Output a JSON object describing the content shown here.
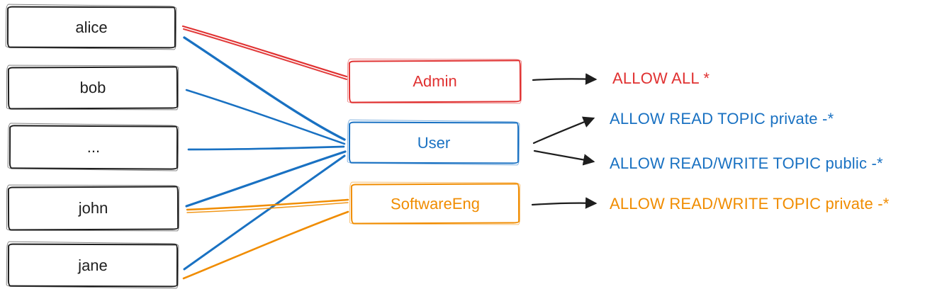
{
  "diagram": {
    "title_hint": "users to roles to ACL permissions mapping",
    "colors": {
      "stroke": "#1e1e1e",
      "background": "#ffffff",
      "red": "#e03131",
      "blue": "#1971c2",
      "orange": "#f08c00"
    },
    "users": [
      {
        "label": "alice"
      },
      {
        "label": "bob"
      },
      {
        "label": "..."
      },
      {
        "label": "john"
      },
      {
        "label": "jane"
      }
    ],
    "roles": [
      {
        "label": "Admin",
        "color": "#e03131"
      },
      {
        "label": "User",
        "color": "#1971c2"
      },
      {
        "label": "SoftwareEng",
        "color": "#f08c00"
      }
    ],
    "permissions": [
      {
        "label": "ALLOW ALL *",
        "color": "#e03131"
      },
      {
        "label": "ALLOW READ TOPIC private -*",
        "color": "#1971c2"
      },
      {
        "label": "ALLOW READ/WRITE TOPIC public -*",
        "color": "#1971c2"
      },
      {
        "label": "ALLOW READ/WRITE TOPIC private -*",
        "color": "#f08c00"
      }
    ],
    "assignments": [
      {
        "user": "alice",
        "role": "Admin",
        "color": "#e03131"
      },
      {
        "user": "alice",
        "role": "User",
        "color": "#1971c2"
      },
      {
        "user": "bob",
        "role": "User",
        "color": "#1971c2"
      },
      {
        "user": "...",
        "role": "User",
        "color": "#1971c2"
      },
      {
        "user": "john",
        "role": "User",
        "color": "#1971c2"
      },
      {
        "user": "john",
        "role": "SoftwareEng",
        "color": "#f08c00"
      },
      {
        "user": "jane",
        "role": "User",
        "color": "#1971c2"
      },
      {
        "user": "jane",
        "role": "SoftwareEng",
        "color": "#f08c00"
      }
    ],
    "grants": [
      {
        "role": "Admin",
        "permission": "ALLOW ALL *"
      },
      {
        "role": "User",
        "permission": "ALLOW READ TOPIC private -*"
      },
      {
        "role": "User",
        "permission": "ALLOW READ/WRITE TOPIC public -*"
      },
      {
        "role": "SoftwareEng",
        "permission": "ALLOW READ/WRITE TOPIC private -*"
      }
    ]
  }
}
